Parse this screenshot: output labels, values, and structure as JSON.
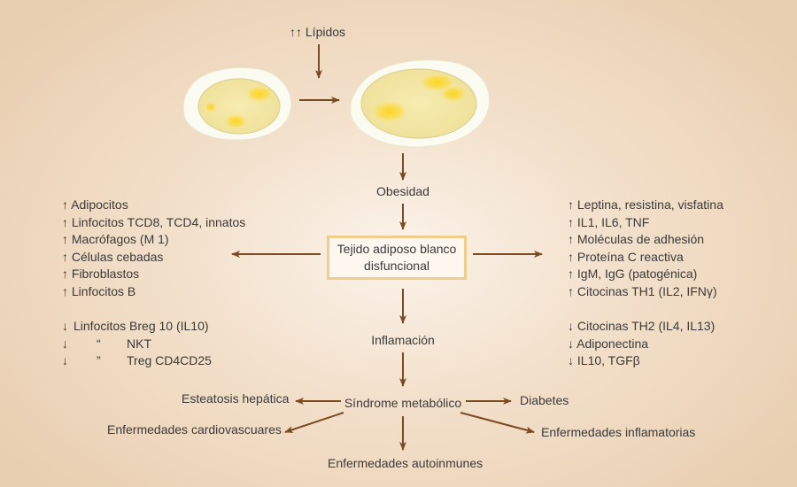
{
  "top_label": "↑↑ Lípidos",
  "obesity": "Obesidad",
  "central_box": "Tejido adiposo blanco disfuncional",
  "inflammation": "Inflamación",
  "metabolic_syndrome": "Síndrome metabólico",
  "outcomes": {
    "fatty_liver": "Esteatosis hepática",
    "diabetes": "Diabetes",
    "cardiovascular": "Enfermedades cardiovascuares",
    "inflammatory": "Enfermedades inflamatorias",
    "autoimmune": "Enfermedades autoinmunes"
  },
  "left_increased": [
    "↑ Adipocitos",
    "↑ Linfocitos TCD8, TCD4, innatos",
    "↑ Macrófagos (M 1)",
    "↑ Células cebadas",
    "↑ Fibroblastos",
    "↑ Linfocitos B"
  ],
  "left_decreased": [
    {
      "arrow": "↓",
      "ditto": "",
      "text": "Linfocitos Breg 10 (IL10)"
    },
    {
      "arrow": "↓",
      "ditto": "“",
      "text": "NKT"
    },
    {
      "arrow": "↓",
      "ditto": "”",
      "text": "Treg CD4CD25"
    }
  ],
  "right_increased": [
    "↑ Leptina, resistina, visfatina",
    "↑ IL1, IL6, TNF",
    "↑ Moléculas de adhesión",
    "↑ Proteína C reactiva",
    "↑ IgM, IgG (patogénica)",
    "↑ Citocinas TH1 (IL2, IFNγ)"
  ],
  "right_decreased": [
    "↓ Citocinas TH2 (IL4, IL13)",
    "↓ Adiponectina",
    "↓ IL10, TGFβ"
  ],
  "colors": {
    "arrow": "#7a4a22",
    "box_border": "#f0cd8a",
    "fat_core": "#f5e7a0",
    "fat_spot": "#fbd21c"
  }
}
